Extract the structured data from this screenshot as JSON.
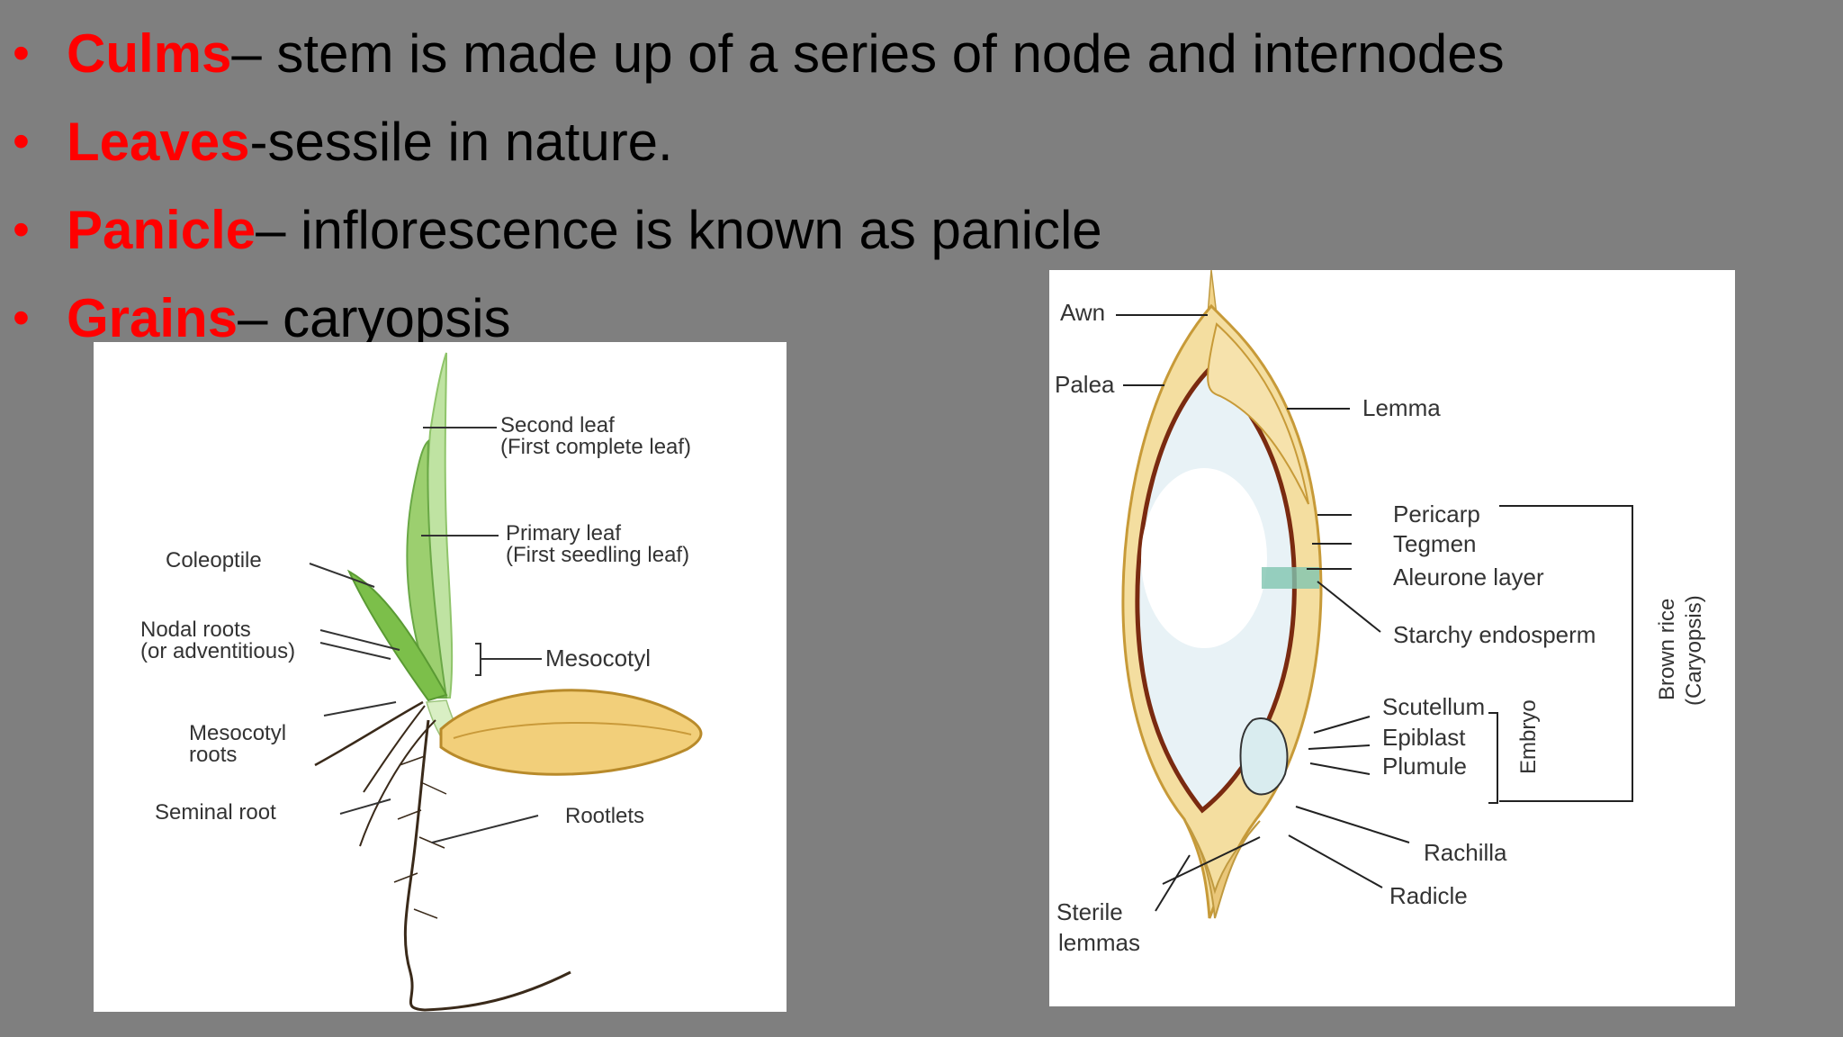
{
  "bullets": [
    {
      "term": "Culms",
      "desc": " – stem is made up of a series of node and internodes"
    },
    {
      "term": "Leaves",
      "desc": " -sessile in nature."
    },
    {
      "term": "Panicle",
      "desc": " – inflorescence is known as panicle"
    },
    {
      "term": "Grains",
      "desc": " – caryopsis"
    }
  ],
  "seedling": {
    "second_leaf": "Second leaf",
    "second_leaf_sub": "(First complete leaf)",
    "primary_leaf": "Primary leaf",
    "primary_leaf_sub": "(First seedling leaf)",
    "coleoptile": "Coleoptile",
    "nodal_roots": "Nodal roots",
    "nodal_roots_sub": "(or adventitious)",
    "mesocotyl": "Mesocotyl",
    "mesocotyl_roots": "Mesocotyl",
    "mesocotyl_roots_sub": "roots",
    "seminal_root": "Seminal root",
    "rootlets": "Rootlets"
  },
  "grain": {
    "awn": "Awn",
    "palea": "Palea",
    "lemma": "Lemma",
    "pericarp": "Pericarp",
    "tegmen": "Tegmen",
    "aleurone": "Aleurone layer",
    "starchy": "Starchy endosperm",
    "scutellum": "Scutellum",
    "epiblast": "Epiblast",
    "plumule": "Plumule",
    "embryo": "Embryo",
    "brown_rice": "Brown rice",
    "caryopsis": "(Caryopsis)",
    "rachilla": "Rachilla",
    "radicle": "Radicle",
    "sterile": "Sterile",
    "lemmas": "lemmas"
  },
  "colors": {
    "background": "#7f7f7f",
    "accent": "#ff0000",
    "text": "#000000"
  }
}
